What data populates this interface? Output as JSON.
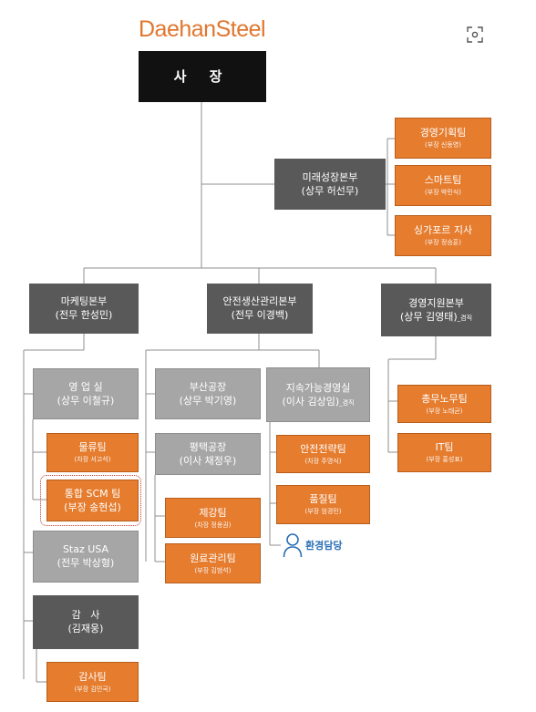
{
  "company": {
    "logo_text": "DaehanSteel"
  },
  "colors": {
    "orange": "#e57c2e",
    "dark": "#595959",
    "gray": "#a6a6a6",
    "black": "#111111",
    "logo": "#e0762e"
  },
  "ceo": {
    "title": "사 장"
  },
  "future_division": {
    "name": "미래성장본부",
    "head": "(상무 허선무)"
  },
  "future_teams": [
    {
      "name": "경영기획팀",
      "head": "(부장 신동영)"
    },
    {
      "name": "스마트팀",
      "head": "(부장 박민식)"
    },
    {
      "name": "싱가포르 지사",
      "head": "(부장 정승훈)"
    }
  ],
  "marketing_division": {
    "name": "마케팅본부",
    "head": "(전무 한성민)"
  },
  "safety_division": {
    "name": "안전생산관리본부",
    "head": "(전무 이경백)"
  },
  "support_division": {
    "name": "경영지원본부",
    "head": "(상무 김영태)",
    "suffix": "_겸직"
  },
  "sales_office": {
    "name": "영 업 실",
    "head": "(상무 이철규)"
  },
  "logistics_team": {
    "name": "물류팀",
    "head": "(차장 서고석)"
  },
  "scm_team": {
    "name": "통합 SCM 팀",
    "head": "(부장 송현섭)"
  },
  "staz_usa": {
    "name": "Staz USA",
    "head": "(전무 박상형)"
  },
  "busan_plant": {
    "name": "부산공장",
    "head": "(상무 박기영)"
  },
  "pyeongtaek_plant": {
    "name": "평택공장",
    "head": "(이사 채정우)"
  },
  "steelmaking_team": {
    "name": "제강팀",
    "head": "(차장 정용권)"
  },
  "raw_material_team": {
    "name": "원료관리팀",
    "head": "(부장 김범석)"
  },
  "sustainability_office": {
    "name": "지속가능경영실",
    "head": "(이사 김상임)",
    "suffix": "_겸직"
  },
  "safety_team": {
    "name": "안전전략팀",
    "head": "(차장 주명식)"
  },
  "quality_team": {
    "name": "품질팀",
    "head": "(부장 엄경민)"
  },
  "environment": {
    "label": "환경담당"
  },
  "general_affairs_team": {
    "name": "총무노무팀",
    "head": "(부장 노태균)"
  },
  "it_team": {
    "name": "IT팀",
    "head": "(부장 홍성표)"
  },
  "audit": {
    "name": "감   사",
    "head": "(김재웅)"
  },
  "audit_team": {
    "name": "감사팀",
    "head": "(부장 김민국)"
  }
}
